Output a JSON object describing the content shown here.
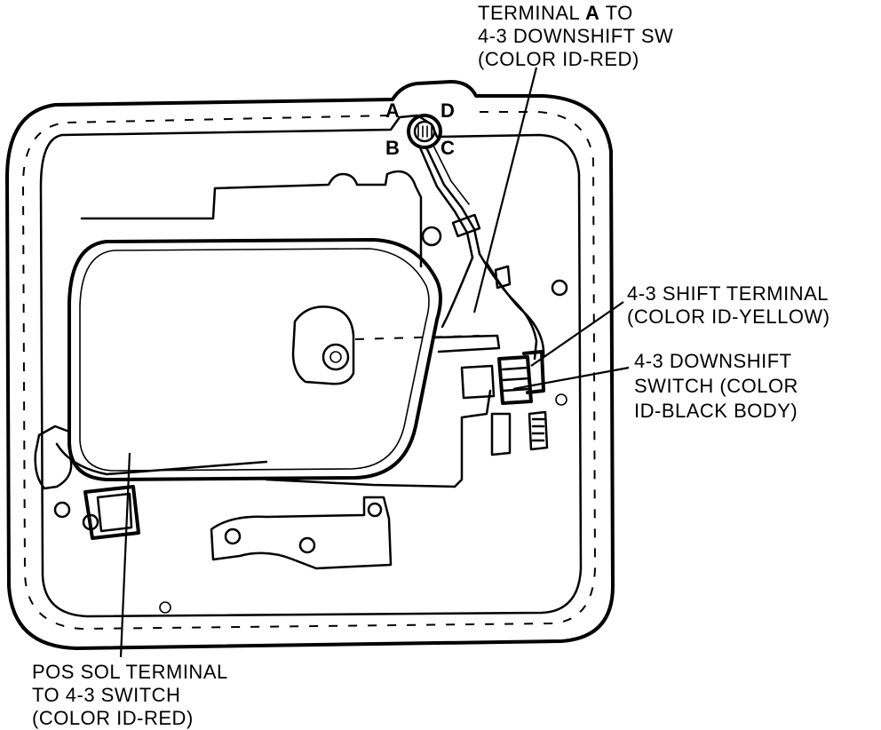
{
  "callouts": {
    "terminal_a": {
      "line1_prefix": "TERMINAL ",
      "line1_letter": "A",
      "line1_suffix": " TO",
      "line2": "4-3 DOWNSHIFT SW",
      "line3": "(COLOR ID-RED)"
    },
    "shift_terminal": {
      "line1": "4-3 SHIFT TERMINAL",
      "line2": "(COLOR ID-YELLOW)"
    },
    "downshift_switch": {
      "line1": "4-3 DOWNSHIFT",
      "line2": "SWITCH (COLOR",
      "line3": "ID-BLACK BODY)"
    },
    "pos_sol": {
      "line1": "POS SOL TERMINAL",
      "line2": "TO 4-3 SWITCH",
      "line3": "(COLOR ID-RED)"
    }
  },
  "connector_pins": {
    "a": "A",
    "b": "B",
    "c": "C",
    "d": "D"
  }
}
